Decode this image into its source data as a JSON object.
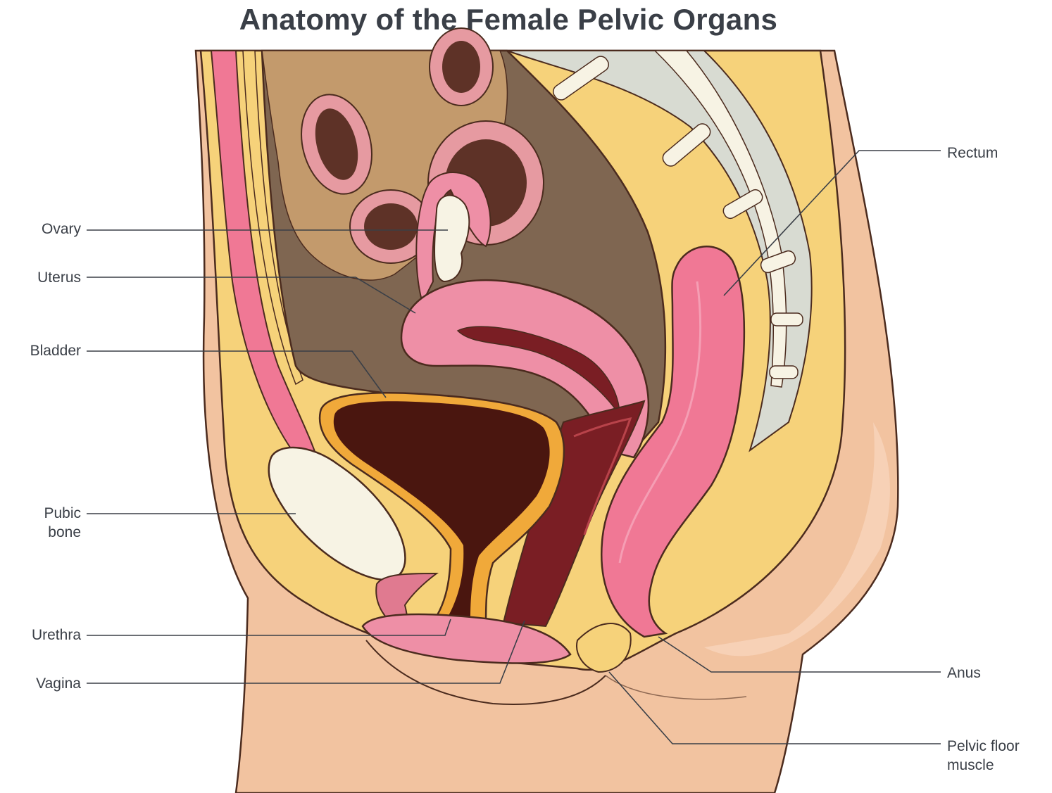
{
  "title": "Anatomy of the Female Pelvic Organs",
  "labels": {
    "ovary": "Ovary",
    "uterus": "Uterus",
    "bladder": "Bladder",
    "pubic_bone_1": "Pubic",
    "pubic_bone_2": "bone",
    "urethra": "Urethra",
    "vagina": "Vagina",
    "rectum": "Rectum",
    "anus": "Anus",
    "pelvic_floor_1": "Pelvic floor",
    "pelvic_floor_2": "muscle"
  },
  "colors": {
    "skin": "#f2c3a0",
    "fat": "#f6d27a",
    "cavity": "#7f6651",
    "intestine_tan": "#c39a6c",
    "intestine_pink": "#e69aa1",
    "intestine_lumen": "#5e3227",
    "uterus": "#ee8fa6",
    "bladder_wall": "#f0a93a",
    "bladder_lumen": "#4a160f",
    "rectum": "#f07895",
    "spine": "#d8dbd2",
    "bone": "#f7f3e4",
    "vagina_dark": "#7a1e24",
    "outline": "#4b2b1e",
    "leader": "#3a3f47"
  }
}
